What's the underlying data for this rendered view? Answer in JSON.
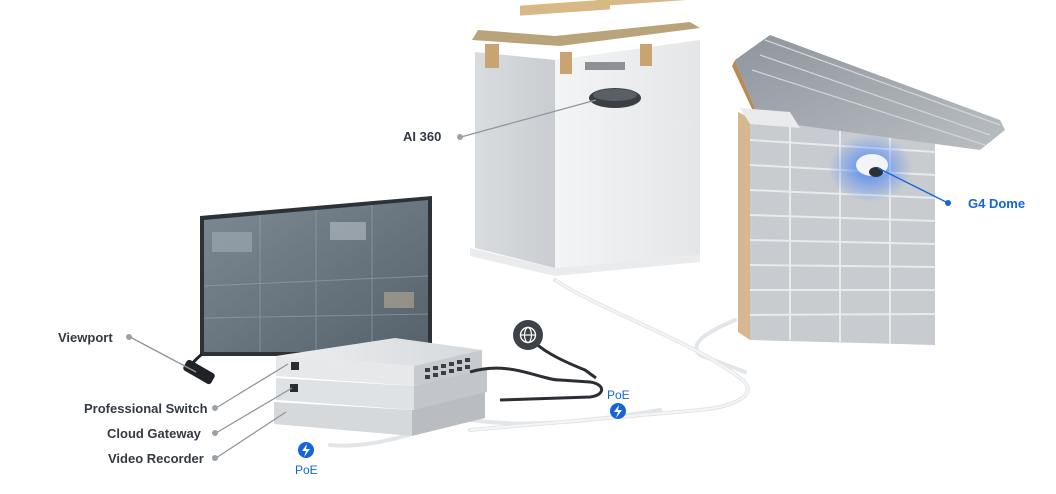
{
  "labels": {
    "ai360": "AI 360",
    "g4_dome": "G4 Dome",
    "viewport": "Viewport",
    "professional_switch": "Professional Switch",
    "cloud_gateway": "Cloud Gateway",
    "video_recorder": "Video Recorder"
  },
  "poe": {
    "left": "PoE",
    "right": "PoE"
  },
  "icons": {
    "internet": "globe-icon",
    "power": "lightning-bolt-icon"
  },
  "colors": {
    "accent": "#1565d8",
    "label_text": "#333a44",
    "connector": "#8f969e",
    "cable": "#e6e9ec"
  }
}
